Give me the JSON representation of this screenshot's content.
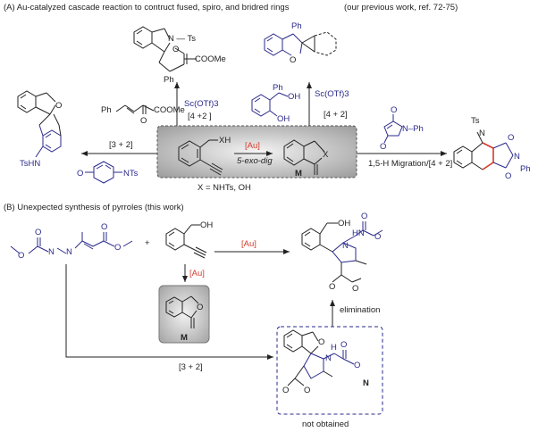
{
  "section_a": {
    "title": "(A) Au-catalyzed cascade reaction to contruct fused, spiro, and bridred rings",
    "ref": "(our previous work, ref. 72-75)",
    "center_sub_1": "XH",
    "center_catalyst": "[Au]",
    "center_mode": "5-exo-dig",
    "center_x_label": "X",
    "center_label": "M",
    "center_x_def": "X = NHTs,  OH",
    "left_annot": "[3 + 2]",
    "left_product_sub": "TsHN",
    "left_reagent_sub": "NTs",
    "left_reagent_o": "O",
    "top_left_catalyst": "Sc(OTf)3",
    "top_left_annot": "[4 +2 ]",
    "top_left_reagent_1": "Ph",
    "top_left_reagent_2": "COOMe",
    "top_left_reagent_o": "O",
    "top_left_prod_ts": "N — Ts",
    "top_left_prod_o": "O",
    "top_left_prod_ester": "COOMe",
    "top_left_prod_ph": "Ph",
    "top_right_catalyst": "Sc(OTf)3",
    "top_right_annot": "[4 + 2]",
    "top_right_reagent_ph": "Ph",
    "top_right_reagent_oh1": "OH",
    "top_right_reagent_oh2": "OH",
    "top_right_prod_ph": "Ph",
    "top_right_prod_o": "O",
    "right_annot": "1,5-H Migration/[4 + 2]",
    "right_reagent_o1": "O",
    "right_reagent_np": "N–Ph",
    "right_reagent_o2": "O",
    "right_prod_ts": "Ts",
    "right_prod_n": "N",
    "right_prod_o1": "O",
    "right_prod_n2": "N",
    "right_prod_ph": "Ph",
    "right_prod_o2": "O"
  },
  "section_b": {
    "title": "(B) Unexpected synthesis of pyrroles (this work)",
    "plus": "+",
    "reagent_o": "O",
    "reagent_n": "N",
    "reagent_o2": "O",
    "oh_sub": "OH",
    "down_catalyst": "[Au]",
    "m_label": "M",
    "main_catalyst": "[Au]",
    "prod_oh": "OH",
    "prod_hn": "HN",
    "prod_o1": "O",
    "prod_n": "N",
    "prod_o2": "O",
    "prod_o3": "O",
    "elimination": "elimination",
    "bottom_annot": "[3 + 2]",
    "n_label": "N",
    "n_o1": "O",
    "n_h": "H",
    "n_nn": "N",
    "n_n": "N",
    "n_o2": "O",
    "n_o3": "O",
    "n_o4": "O",
    "not_obtained": "not obtained"
  },
  "colors": {
    "catalyst_red": "#d23a2a",
    "reagent_blue": "#2a2a8c",
    "box_gray": "#9a9a9a"
  }
}
